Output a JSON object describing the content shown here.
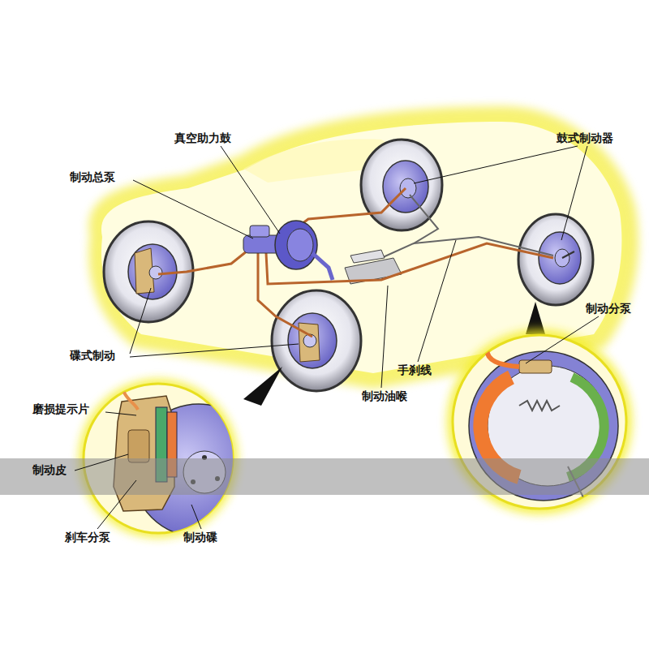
{
  "diagram": {
    "labels": [
      "真空助力鼓",
      "鼓式制动器",
      "制动总泵",
      "制动分泵",
      "碟式制动",
      "手刹线",
      "制动油喉",
      "磨损提示片",
      "制动皮",
      "刹车分泵",
      "制动碟"
    ]
  }
}
